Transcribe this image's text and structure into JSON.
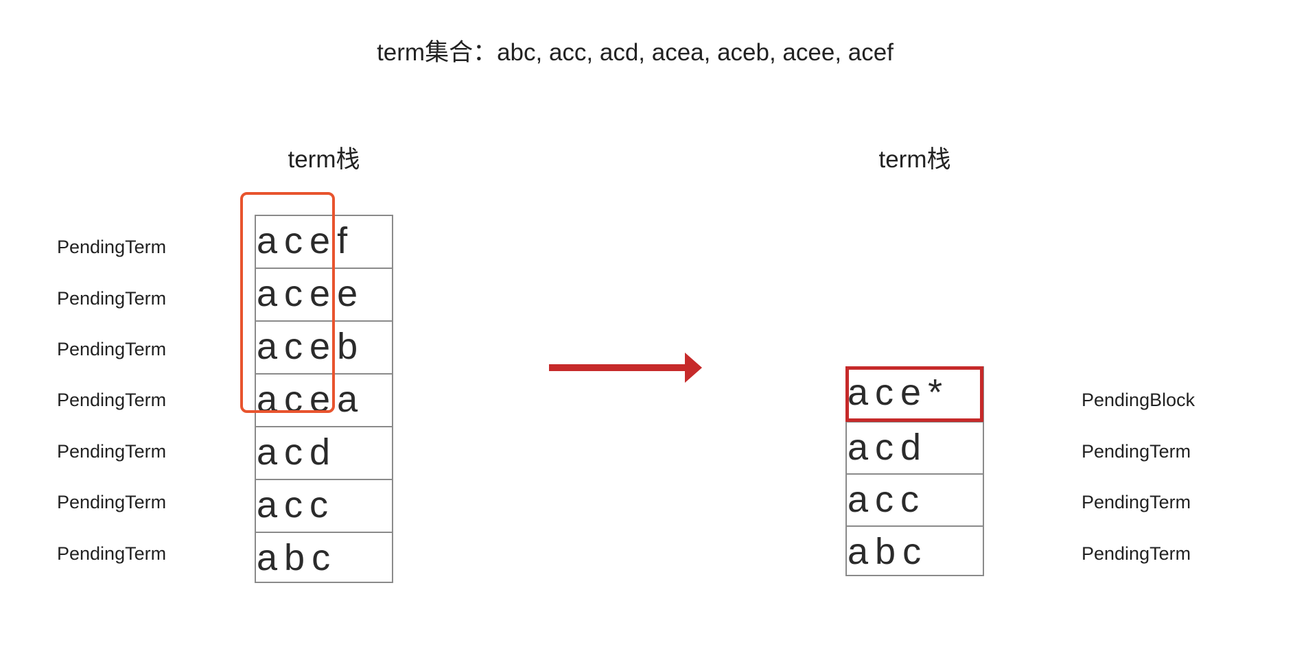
{
  "title": "term集合：abc, acc, acd, acea, aceb, acee, acef",
  "left": {
    "heading": "term栈",
    "labels": [
      "PendingTerm",
      "PendingTerm",
      "PendingTerm",
      "PendingTerm",
      "PendingTerm",
      "PendingTerm",
      "PendingTerm"
    ],
    "cells": [
      "acef",
      "acee",
      "aceb",
      "acea",
      "acd",
      "acc",
      "abc"
    ]
  },
  "right": {
    "heading": "term栈",
    "labels": [
      "PendingBlock",
      "PendingTerm",
      "PendingTerm",
      "PendingTerm"
    ],
    "cells": [
      "ace*",
      "acd",
      "acc",
      "abc"
    ]
  },
  "colors": {
    "prefix_highlight": "#e8542e",
    "block_highlight": "#c62a2a",
    "arrow": "#c62a2a",
    "cell_border": "#8a8a8a"
  }
}
